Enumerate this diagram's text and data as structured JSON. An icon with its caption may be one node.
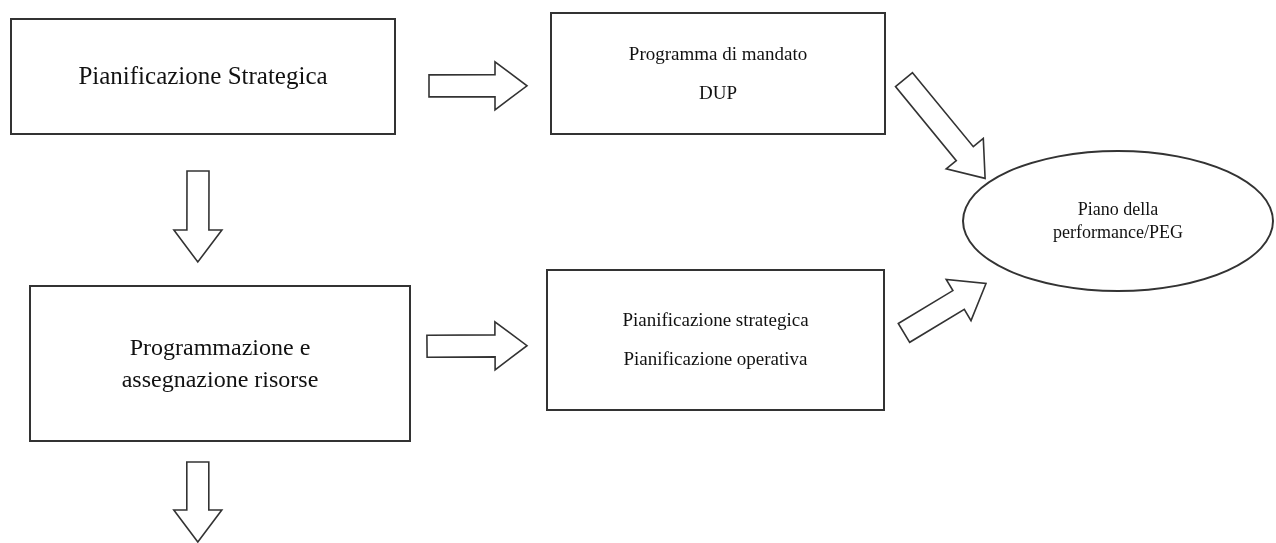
{
  "diagram": {
    "nodes": [
      {
        "text": [
          "Pianificazione Strategica"
        ]
      },
      {
        "text": [
          "Programma di mandato",
          "DUP"
        ]
      },
      {
        "text": [
          "Piano della performance/PEG"
        ]
      },
      {
        "text": [
          "Programmazione e assegnazione risorse"
        ]
      },
      {
        "text": [
          "Pianificazione strategica",
          "Pianificazione operativa"
        ]
      }
    ],
    "edges": [
      {
        "from": 0,
        "to": 1,
        "arrow": "to"
      },
      {
        "from": 1,
        "to": 2,
        "arrow": "to"
      },
      {
        "from": 0,
        "to": 3,
        "arrow": "to"
      },
      {
        "from": 3,
        "to": 4,
        "arrow": "to"
      },
      {
        "from": 4,
        "to": 2,
        "arrow": "to"
      },
      {
        "from": 3,
        "to": null,
        "arrow": "to"
      }
    ]
  }
}
